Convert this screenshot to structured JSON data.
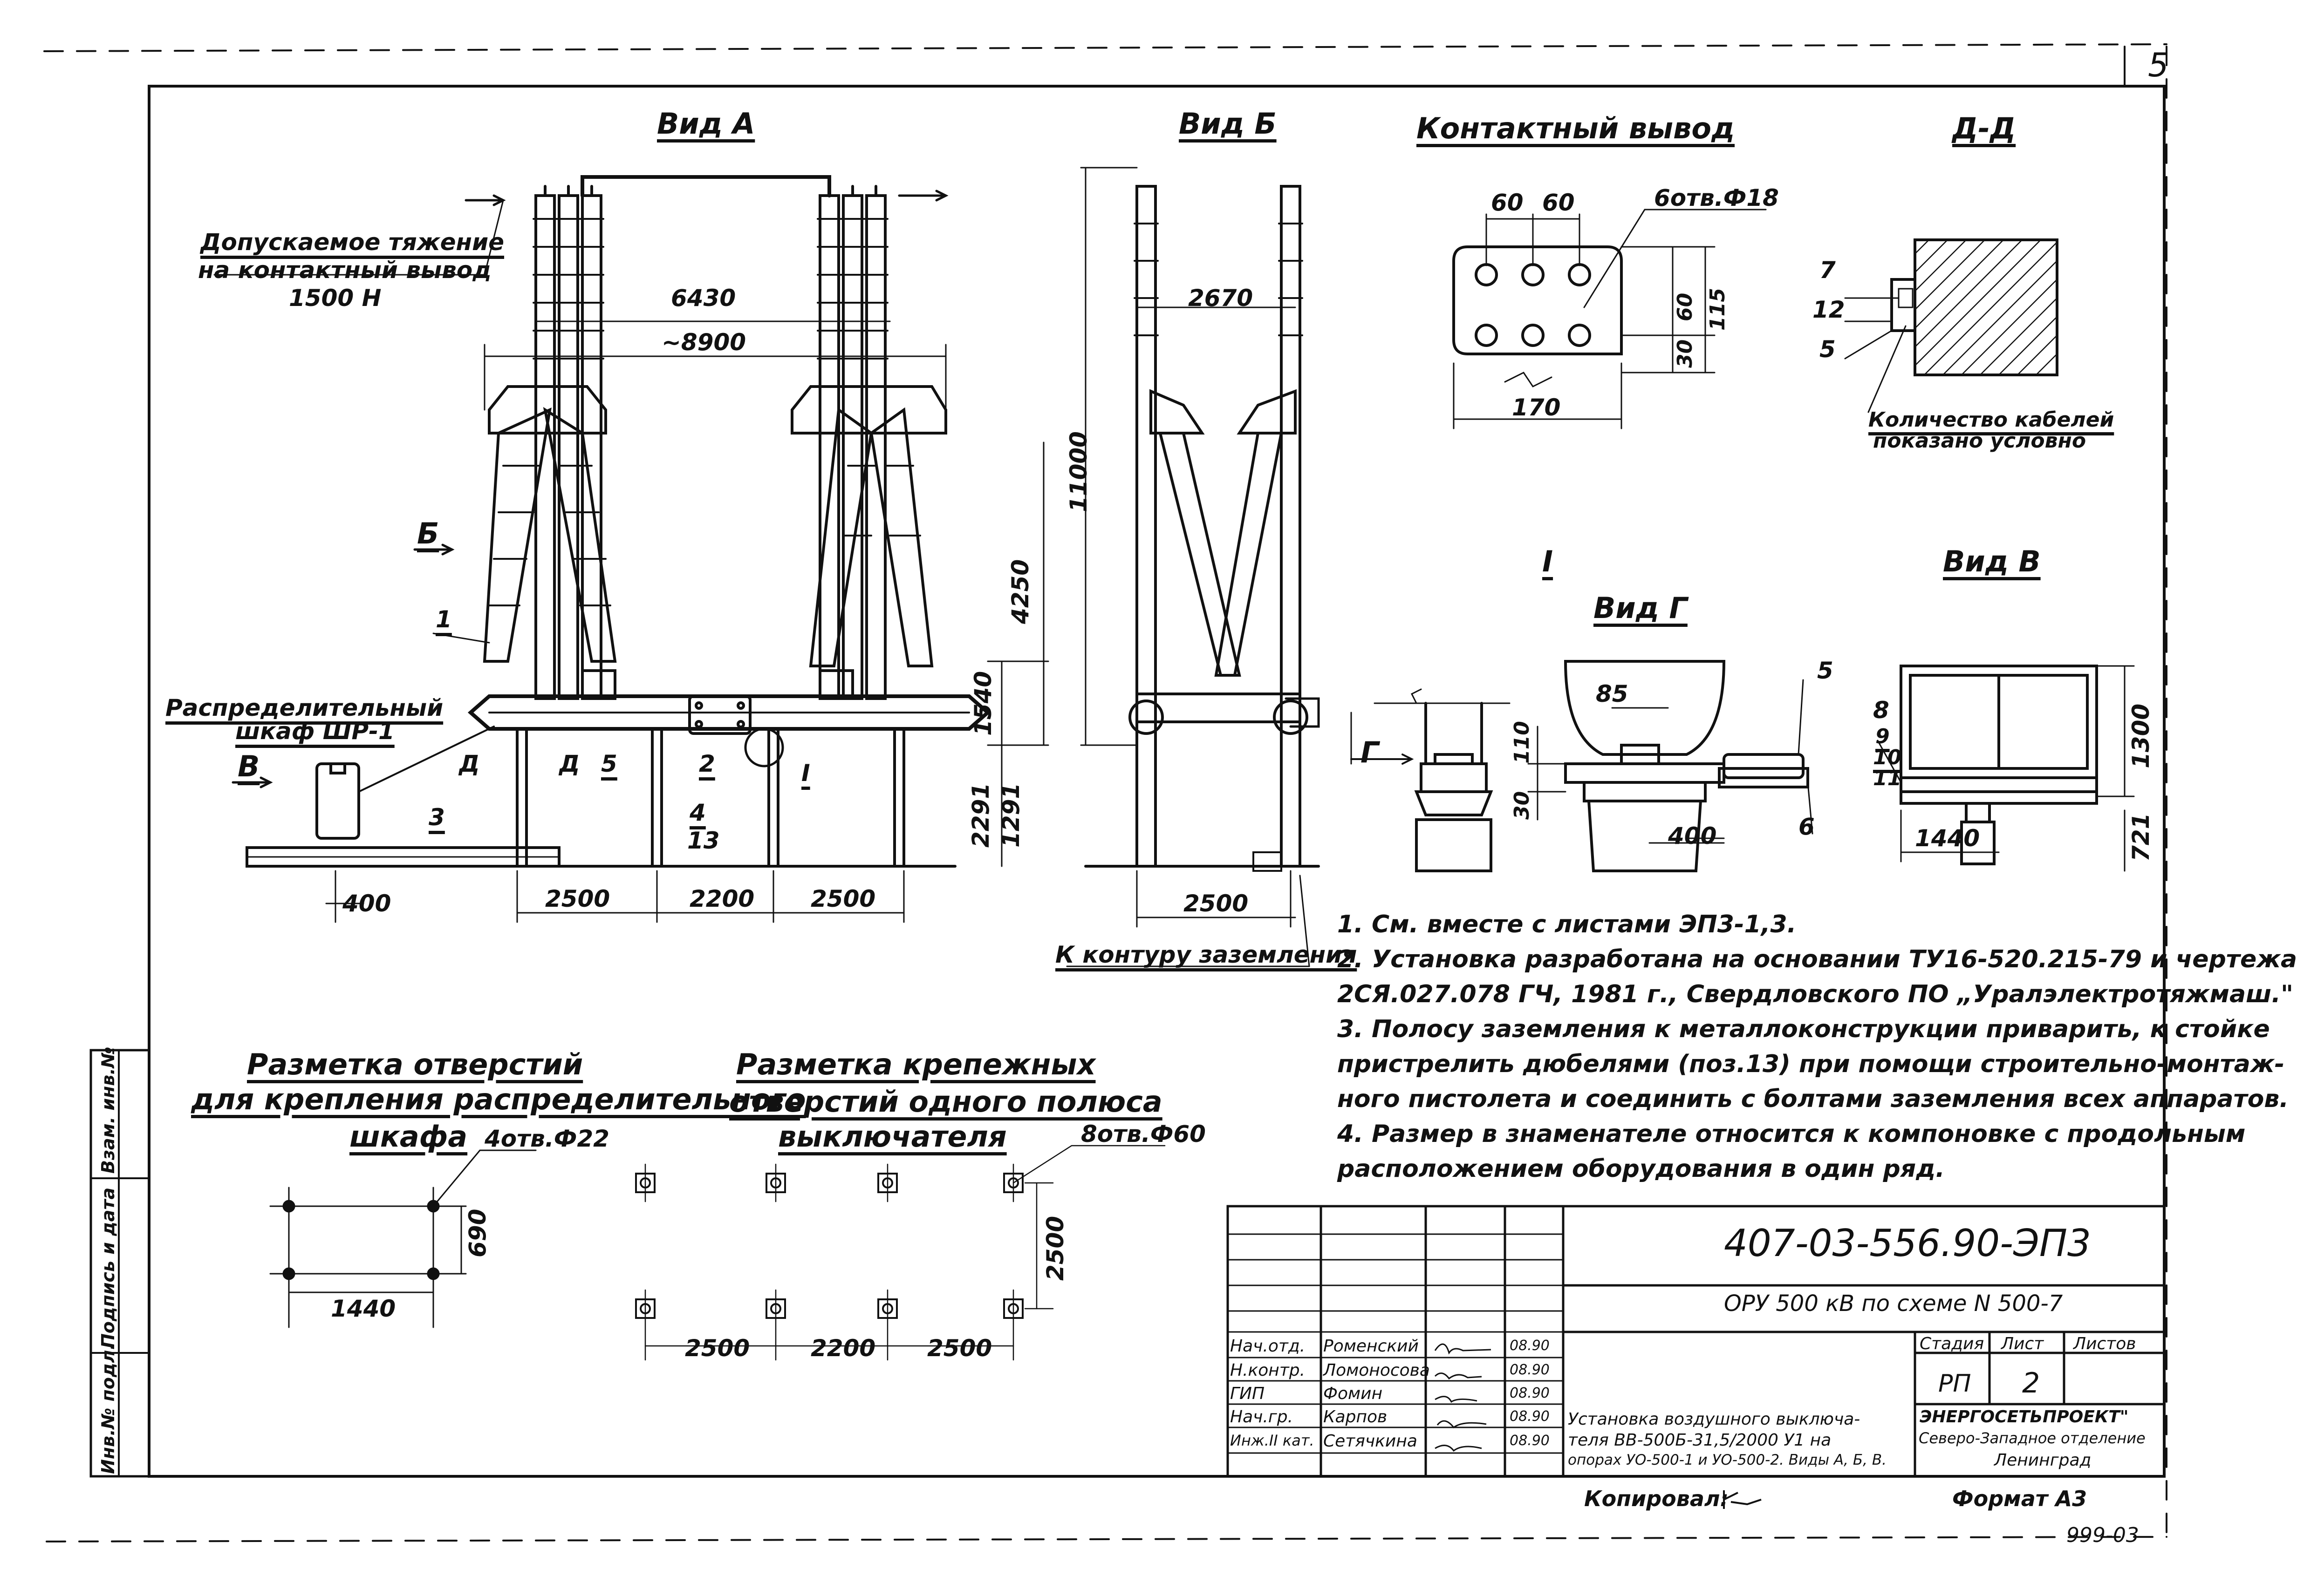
{
  "page_number": "5",
  "views": {
    "view_a": {
      "title": "Вид А"
    },
    "view_b": {
      "title": "Вид Б"
    },
    "contact": {
      "title": "Контактный вывод"
    },
    "section_dd": {
      "title": "Д-Д"
    },
    "detail_i": {
      "title": "I"
    },
    "view_g": {
      "title": "Вид Г"
    },
    "view_v": {
      "title": "Вид В"
    }
  },
  "view_a": {
    "tension_label_1": "Допускаемое тяжение",
    "tension_label_2": "на контактный вывод",
    "tension_label_3": "1500 Н",
    "dim_6430": "6430",
    "dim_8900": "~8900",
    "dim_11000": "11000",
    "dim_4250": "4250",
    "dim_1540": "1540",
    "dim_2291": "2291",
    "dim_1291": "1291",
    "dim_2500_l": "2500",
    "dim_2200": "2200",
    "dim_2500_r": "2500",
    "dim_400": "400",
    "marker_b": "Б",
    "marker_v": "В",
    "marker_d1": "Д",
    "marker_d2": "Д",
    "cabinet_label_1": "Распределительный",
    "cabinet_label_2": "шкаф ШР-1",
    "pos_1": "1",
    "pos_2": "2",
    "pos_3": "3",
    "pos_4": "4",
    "pos_13": "13",
    "pos_5": "5",
    "detail_i": "I"
  },
  "view_b": {
    "dim_2670": "2670",
    "dim_2500": "2500",
    "ground_label": "К контуру заземления"
  },
  "contact": {
    "dim_60a": "60",
    "dim_60b": "60",
    "holes": "6отв.Ф18",
    "dim_60v": "60",
    "dim_30": "30",
    "dim_115": "115",
    "dim_170": "170"
  },
  "section_dd": {
    "pos_7": "7",
    "pos_12": "12",
    "pos_5": "5",
    "cable_note_1": "Количество кабелей",
    "cable_note_2": "показано условно"
  },
  "view_g": {
    "marker_g": "Г",
    "dim_110": "110",
    "dim_30": "30",
    "dim_85": "85",
    "dim_400": "400",
    "pos_5": "5",
    "pos_6": "6"
  },
  "view_v": {
    "pos_8": "8",
    "pos_9": "9",
    "pos_10": "10",
    "pos_11": "11",
    "dim_1300": "1300",
    "dim_1440": "1440",
    "dim_721": "721"
  },
  "cabinet_holes": {
    "title_1": "Разметка отверстий",
    "title_2": "для крепления распределительного",
    "title_3": "шкафа",
    "holes": "4отв.Ф22",
    "dim_690": "690",
    "dim_1440": "1440"
  },
  "pole_holes": {
    "title_1": "Разметка крепежных",
    "title_2": "отверстий одного полюса",
    "title_3": "выключателя",
    "holes": "8отв.Ф60",
    "dim_2500v": "2500",
    "dim_2500_l": "2500",
    "dim_2200": "2200",
    "dim_2500_r": "2500"
  },
  "notes": [
    "1.  См. вместе с листами ЭП3-1,3.",
    "2.  Установка разработана на основании ТУ16-520.215-79 и чертежа",
    "     2СЯ.027.078 ГЧ, 1981 г., Свердловского ПО „Уралэлектротяжмаш.\"",
    "3.  Полосу заземления к металлоконструкции приварить, к стойке",
    "     пристрелить дюбелями (поз.13) при помощи строительно-монтаж-",
    "     ного пистолета и соединить с болтами заземления всех аппаратов.",
    "4.  Размер в знаменателе относится к компоновке с продольным",
    "     расположением оборудования в один ряд."
  ],
  "title_block": {
    "doc_code": "407-03-556.90-ЭП3",
    "project": "ОРУ 500 кВ по схеме N 500-7",
    "stage_header": "Стадия",
    "sheet_header": "Лист",
    "sheets_header": "Листов",
    "stage": "РП",
    "sheet": "2",
    "description_1": "Установка воздушного выключа-",
    "description_2": "теля ВВ-500Б-31,5/2000 У1 на",
    "description_3": "опорах УО-500-1 и УО-500-2. Виды А, Б, В.",
    "org_1": "ЭНЕРГОСЕТЬПРОЕКТ\"",
    "org_2": "Северо-Западное отделение",
    "org_3": "Ленинград",
    "signatures": [
      {
        "role": "Нач.отд.",
        "name": "Роменский",
        "date": "08.90"
      },
      {
        "role": "Н.контр.",
        "name": "Ломоносова",
        "date": "08.90"
      },
      {
        "role": "ГИП",
        "name": "Фомин",
        "date": "08.90"
      },
      {
        "role": "Нач.гр.",
        "name": "Карпов",
        "date": "08.90"
      },
      {
        "role": "Инж.II кат.",
        "name": "Сетячкина",
        "date": "08.90"
      }
    ],
    "copied_by": "Копировал:",
    "format": "Формат А3",
    "stamp": "999-03"
  },
  "side_stamp": {
    "inv_orig": "Инв.№ подл.",
    "sign_date": "Подпись и дата",
    "replace_inv": "Взам. инв.№"
  }
}
